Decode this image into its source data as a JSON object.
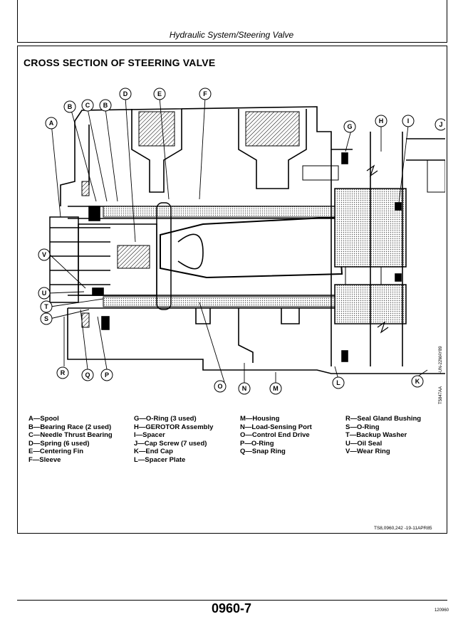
{
  "header": {
    "title": "Hydraulic System/Steering Valve"
  },
  "section_title": "CROSS SECTION OF STEERING VALVE",
  "diagram": {
    "callouts": [
      "A",
      "B",
      "C",
      "B",
      "D",
      "E",
      "F",
      "G",
      "H",
      "I",
      "J",
      "V",
      "U",
      "T",
      "S",
      "R",
      "Q",
      "P",
      "O",
      "N",
      "M",
      "L",
      "K"
    ],
    "side_codes": [
      "-UN-22MAY89",
      "T5847AA"
    ]
  },
  "legend": {
    "col1": [
      "A—Spool",
      "B—Bearing Race (2 used)",
      "C—Needle Thrust Bearing",
      "D—Spring (6 used)",
      "E—Centering Fin",
      "F—Sleeve"
    ],
    "col2": [
      "G—O-Ring (3 used)",
      "H—GEROTOR Assembly",
      "I—Spacer",
      "J—Cap Screw (7 used)",
      "K—End Cap",
      "L—Spacer Plate"
    ],
    "col3": [
      "M—Housing",
      "N—Load-Sensing Port",
      "O—Control End Drive",
      "P—O-Ring",
      "Q—Snap Ring"
    ],
    "col4": [
      "R—Seal Gland Bushing",
      "S—O-Ring",
      "T—Backup Washer",
      "U—Oil Seal",
      "V—Wear Ring"
    ]
  },
  "ref_code": "TS8,0960,242   -19-11APR85",
  "footer": {
    "page_number": "0960-7",
    "code": "120960"
  }
}
